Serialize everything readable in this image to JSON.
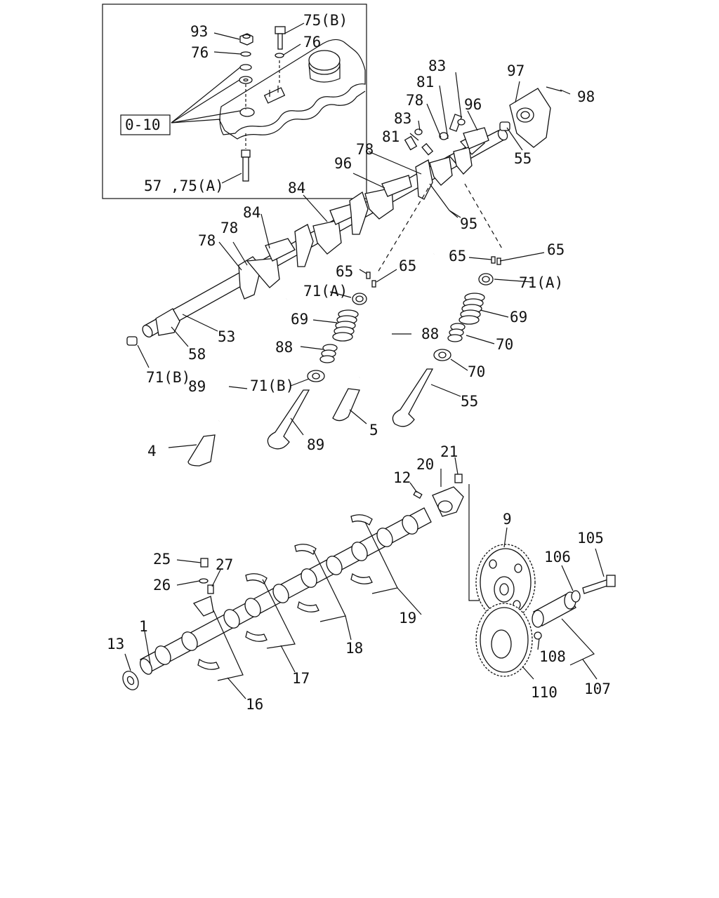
{
  "diagram": {
    "callouts": [
      {
        "id": "93",
        "text": "93"
      },
      {
        "id": "75b",
        "text": "75(B)"
      },
      {
        "id": "76a",
        "text": "76"
      },
      {
        "id": "76b",
        "text": "76"
      },
      {
        "id": "0-10",
        "text": "0-10"
      },
      {
        "id": "5775a",
        "text": "57 ,75(A)"
      },
      {
        "id": "83a",
        "text": "83"
      },
      {
        "id": "97",
        "text": "97"
      },
      {
        "id": "98",
        "text": "98"
      },
      {
        "id": "81a",
        "text": "81"
      },
      {
        "id": "96a",
        "text": "96"
      },
      {
        "id": "78a",
        "text": "78"
      },
      {
        "id": "83b",
        "text": "83"
      },
      {
        "id": "81b",
        "text": "81"
      },
      {
        "id": "55a",
        "text": "55"
      },
      {
        "id": "78b",
        "text": "78"
      },
      {
        "id": "96b",
        "text": "96"
      },
      {
        "id": "84a",
        "text": "84"
      },
      {
        "id": "84b",
        "text": "84"
      },
      {
        "id": "78c",
        "text": "78"
      },
      {
        "id": "78d",
        "text": "78"
      },
      {
        "id": "95",
        "text": "95"
      },
      {
        "id": "65a",
        "text": "65"
      },
      {
        "id": "65b",
        "text": "65"
      },
      {
        "id": "65c",
        "text": "65"
      },
      {
        "id": "65d",
        "text": "65"
      },
      {
        "id": "71a1",
        "text": "71(A)"
      },
      {
        "id": "71a2",
        "text": "71(A)"
      },
      {
        "id": "69a",
        "text": "69"
      },
      {
        "id": "69b",
        "text": "69"
      },
      {
        "id": "53",
        "text": "53"
      },
      {
        "id": "58",
        "text": "58"
      },
      {
        "id": "88a",
        "text": "88"
      },
      {
        "id": "88b",
        "text": "88"
      },
      {
        "id": "70a",
        "text": "70"
      },
      {
        "id": "70b",
        "text": "70"
      },
      {
        "id": "71b1",
        "text": "71(B)"
      },
      {
        "id": "71b2",
        "text": "71(B)"
      },
      {
        "id": "55b",
        "text": "55"
      },
      {
        "id": "5",
        "text": "5"
      },
      {
        "id": "89a",
        "text": "89"
      },
      {
        "id": "89b",
        "text": "89"
      },
      {
        "id": "4",
        "text": "4"
      },
      {
        "id": "21",
        "text": "21"
      },
      {
        "id": "20",
        "text": "20"
      },
      {
        "id": "12",
        "text": "12"
      },
      {
        "id": "9",
        "text": "9"
      },
      {
        "id": "105",
        "text": "105"
      },
      {
        "id": "106",
        "text": "106"
      },
      {
        "id": "25",
        "text": "25"
      },
      {
        "id": "27",
        "text": "27"
      },
      {
        "id": "26",
        "text": "26"
      },
      {
        "id": "19",
        "text": "19"
      },
      {
        "id": "18",
        "text": "18"
      },
      {
        "id": "17",
        "text": "17"
      },
      {
        "id": "16",
        "text": "16"
      },
      {
        "id": "13",
        "text": "13"
      },
      {
        "id": "1",
        "text": "1"
      },
      {
        "id": "108",
        "text": "108"
      },
      {
        "id": "110",
        "text": "110"
      },
      {
        "id": "107",
        "text": "107"
      }
    ]
  }
}
